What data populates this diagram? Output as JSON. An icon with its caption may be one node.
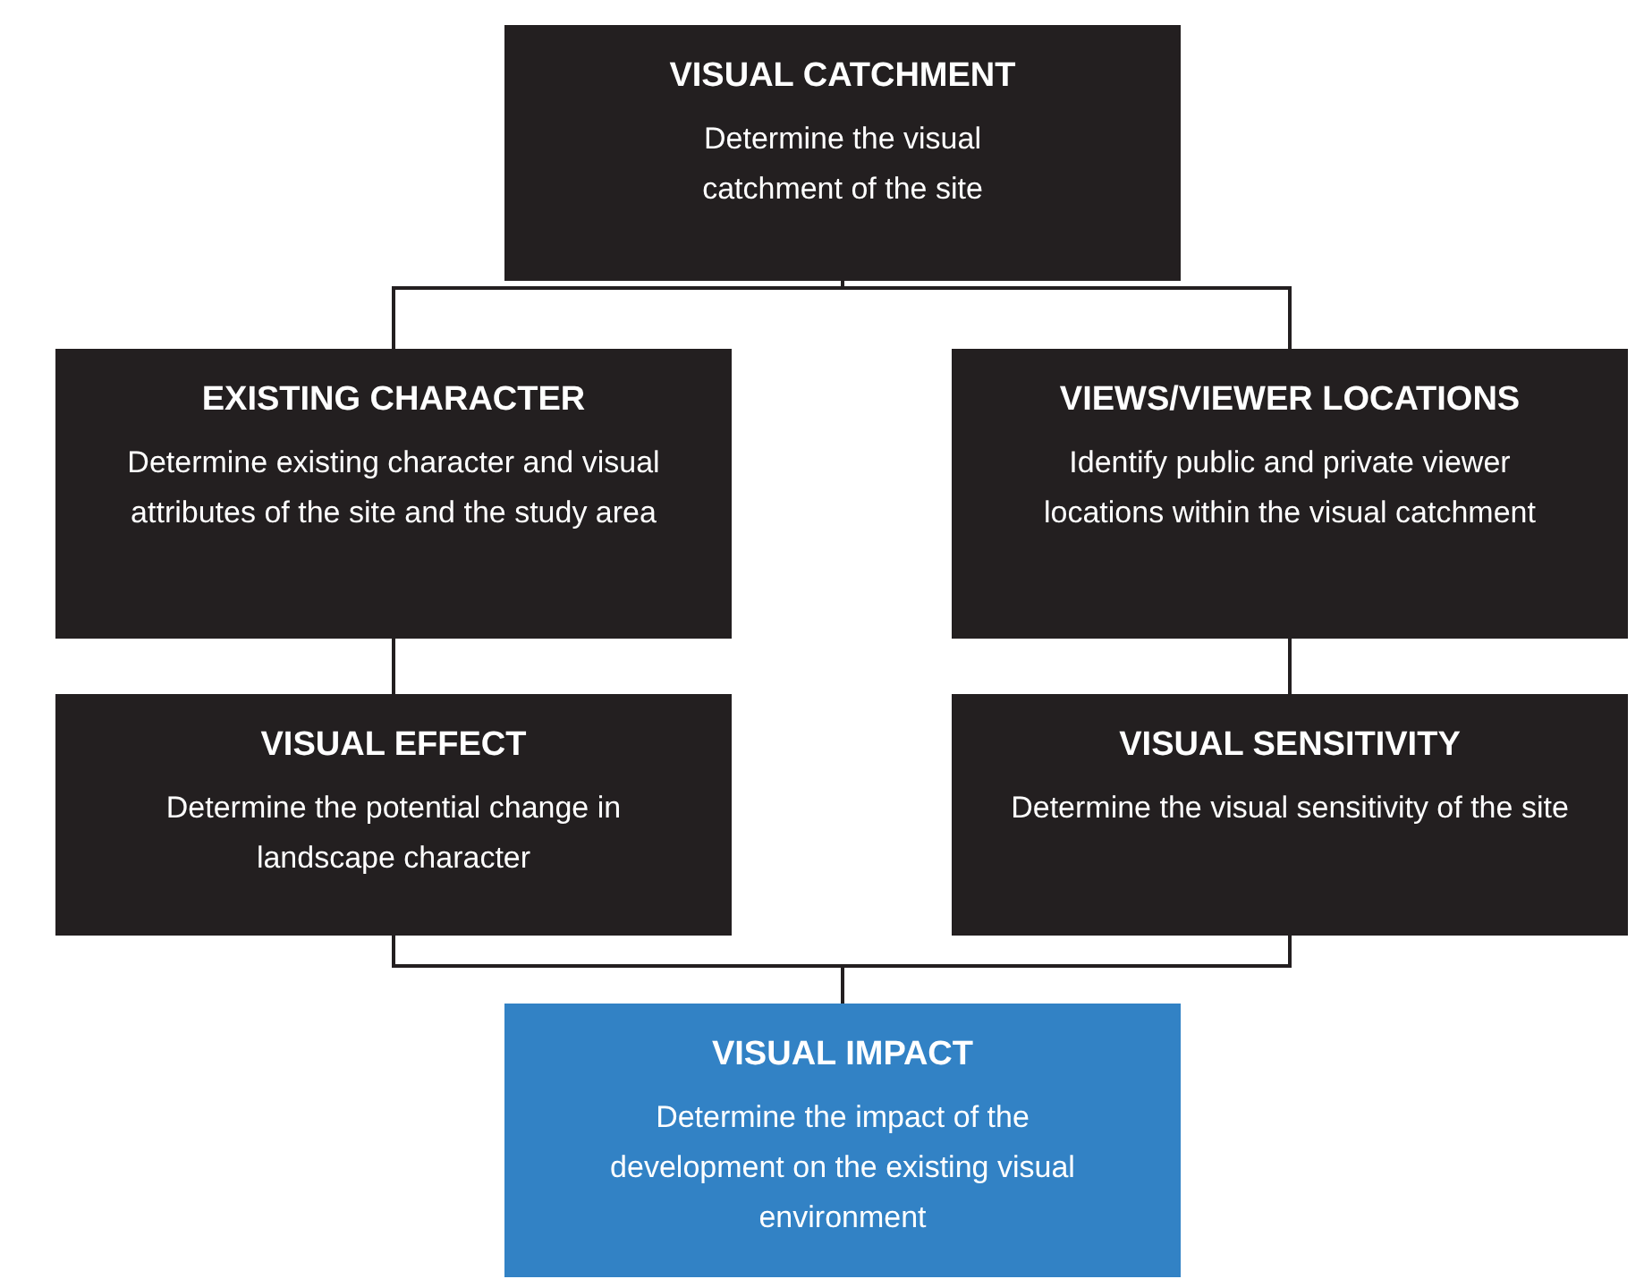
{
  "diagram": {
    "nodes": [
      {
        "text": [
          "VISUAL CATCHMENT",
          "Determine the visual catchment of the site"
        ]
      },
      {
        "text": [
          "EXISTING CHARACTER",
          "Determine existing character and visual attributes of the site and the study area"
        ]
      },
      {
        "text": [
          "VIEWS/VIEWER LOCATIONS",
          "Identify public and private viewer locations within the visual catchment"
        ]
      },
      {
        "text": [
          "VISUAL EFFECT",
          "Determine the potential change in landscape character"
        ]
      },
      {
        "text": [
          "VISUAL SENSITIVITY",
          "Determine the visual sensitivity of the site"
        ]
      },
      {
        "text": [
          "VISUAL IMPACT",
          "Determine the impact of the development on the existing visual environment"
        ]
      }
    ],
    "edges": [
      {
        "from": 0,
        "to": 1,
        "arrow": "none"
      },
      {
        "from": 0,
        "to": 2,
        "arrow": "none"
      },
      {
        "from": 1,
        "to": 3,
        "arrow": "none"
      },
      {
        "from": 2,
        "to": 4,
        "arrow": "none"
      },
      {
        "from": 3,
        "to": 5,
        "arrow": "none"
      },
      {
        "from": 4,
        "to": 5,
        "arrow": "none"
      }
    ]
  }
}
